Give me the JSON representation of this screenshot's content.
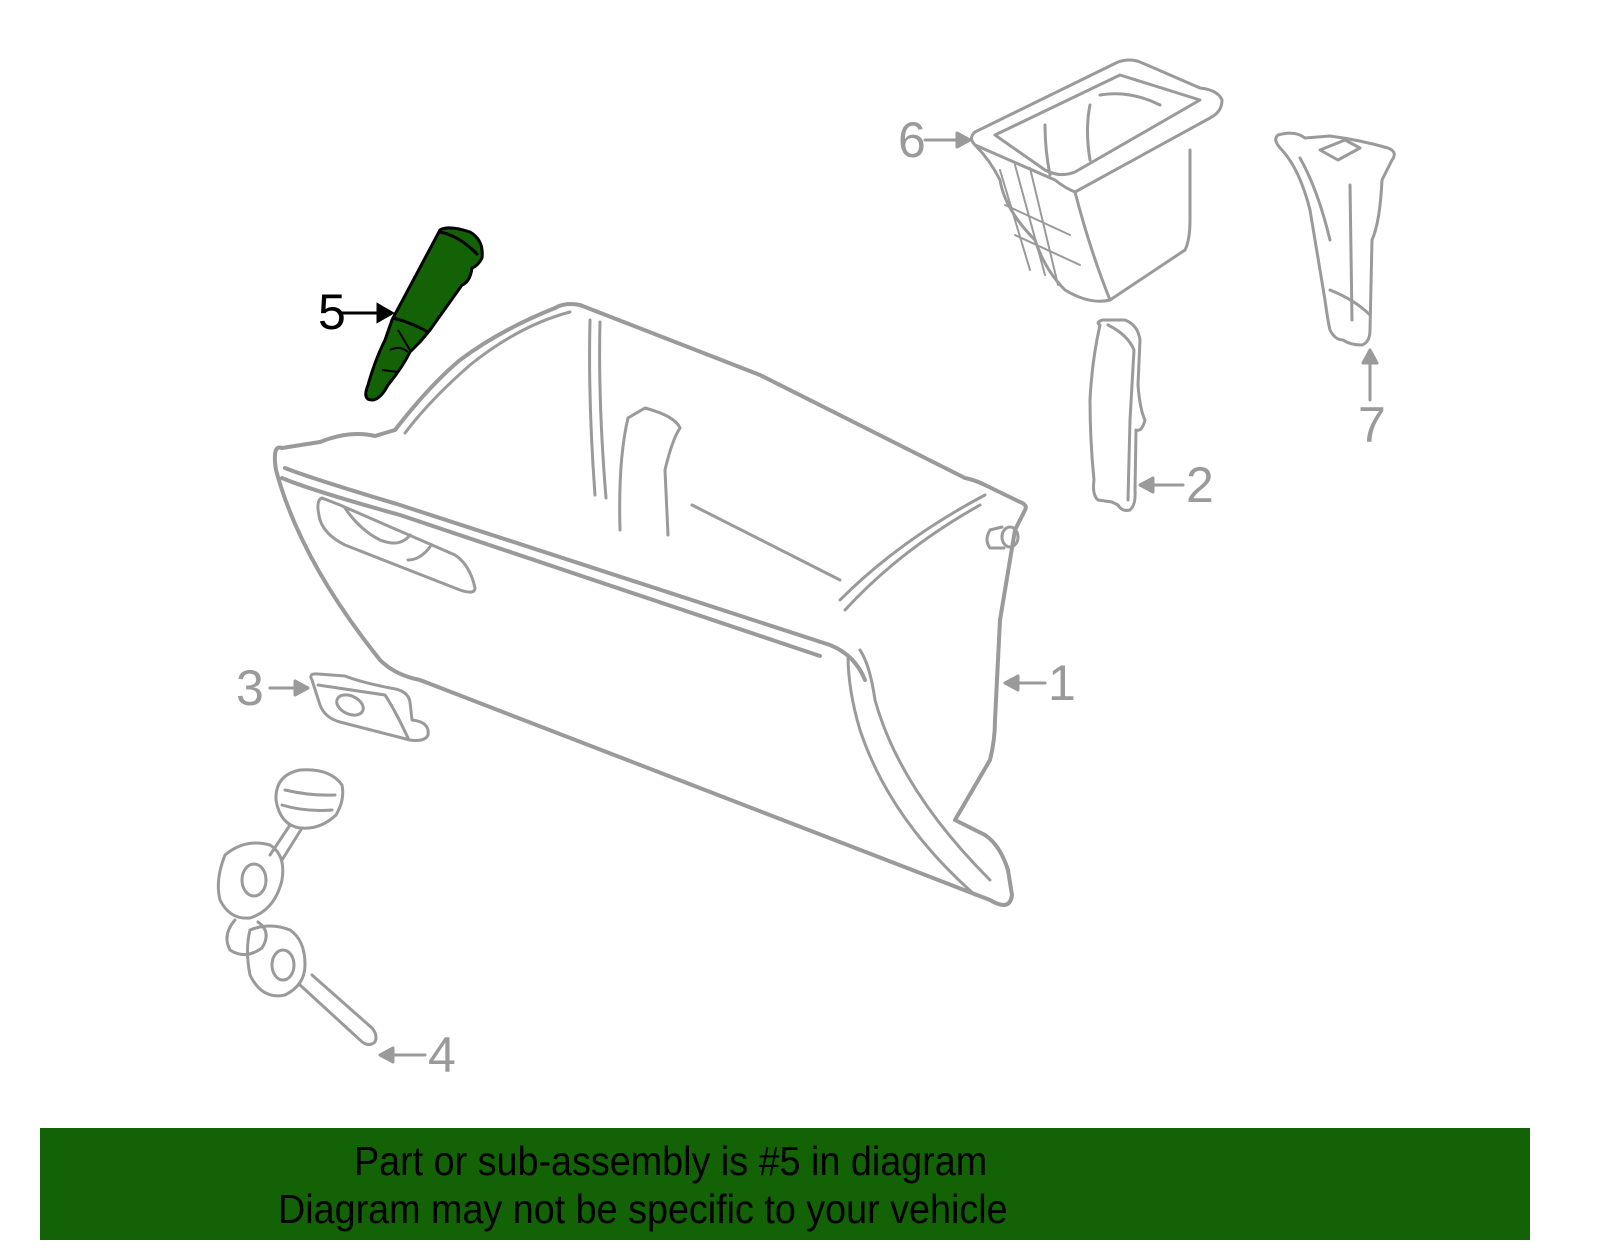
{
  "diagram": {
    "title": "Glove box assembly parts diagram",
    "highlighted_part": 5,
    "colors": {
      "line": "#9a9a9a",
      "highlight_fill": "#136205",
      "highlight_stroke": "#000000",
      "banner_bg": "#136205",
      "banner_text": "#000000"
    },
    "callouts": [
      {
        "number": "1",
        "part": "glove-box"
      },
      {
        "number": "2",
        "part": "side-bracket"
      },
      {
        "number": "3",
        "part": "latch-striker"
      },
      {
        "number": "4",
        "part": "lock-cylinder-and-keys"
      },
      {
        "number": "5",
        "part": "damper-strut"
      },
      {
        "number": "6",
        "part": "storage-pocket"
      },
      {
        "number": "7",
        "part": "mounting-bracket"
      }
    ]
  },
  "banner": {
    "line1": "Part or sub-assembly is #5 in diagram",
    "line2": "Diagram may not be specific to your vehicle"
  }
}
